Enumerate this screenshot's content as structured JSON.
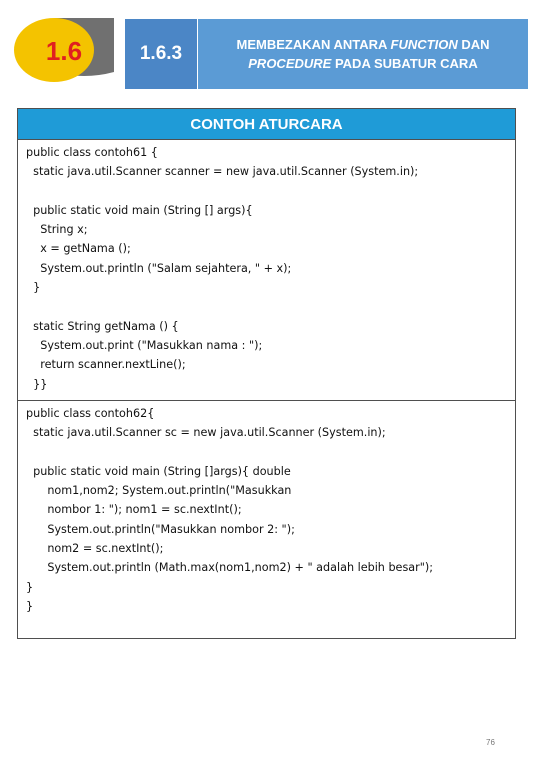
{
  "header": {
    "chapter": "1.6",
    "section": "1.6.3",
    "title_line1_a": "MEMBEZAKAN ANTARA ",
    "title_line1_b": "FUNCTION",
    "title_line1_c": " DAN",
    "title_line2_a": "PROCEDURE",
    "title_line2_b": " PADA SUBATUR CARA",
    "colors": {
      "badge_yellow": "#f4c300",
      "badge_red": "#e02020",
      "badge_gray": "#707070",
      "section_blue": "#4b86c6",
      "title_blue": "#5b9bd5"
    }
  },
  "table": {
    "heading": "CONTOH ATURCARA",
    "heading_color": "#1f9bd7",
    "program1": [
      "public class contoh61 {",
      "  static java.util.Scanner scanner = new java.util.Scanner (System.in);",
      "",
      "  public static void main (String [] args){",
      "    String x;",
      "    x = getNama ();",
      "    System.out.println (\"Salam sejahtera, \" + x);",
      "  }",
      "",
      "  static String getNama () {",
      "    System.out.print (\"Masukkan nama : \");",
      "    return scanner.nextLine();",
      "  }}"
    ],
    "program2": [
      "public class contoh62{",
      "  static java.util.Scanner sc = new java.util.Scanner (System.in);",
      "",
      "  public static void main (String []args){ double",
      "      nom1,nom2; System.out.println(\"Masukkan",
      "      nombor 1: \"); nom1 = sc.nextInt();",
      "      System.out.println(\"Masukkan nombor 2: \");",
      "      nom2 = sc.nextInt();",
      "      System.out.println (Math.max(nom1,nom2) + \" adalah lebih besar\");",
      "}",
      "}"
    ]
  },
  "footer": {
    "page_number": "76"
  }
}
